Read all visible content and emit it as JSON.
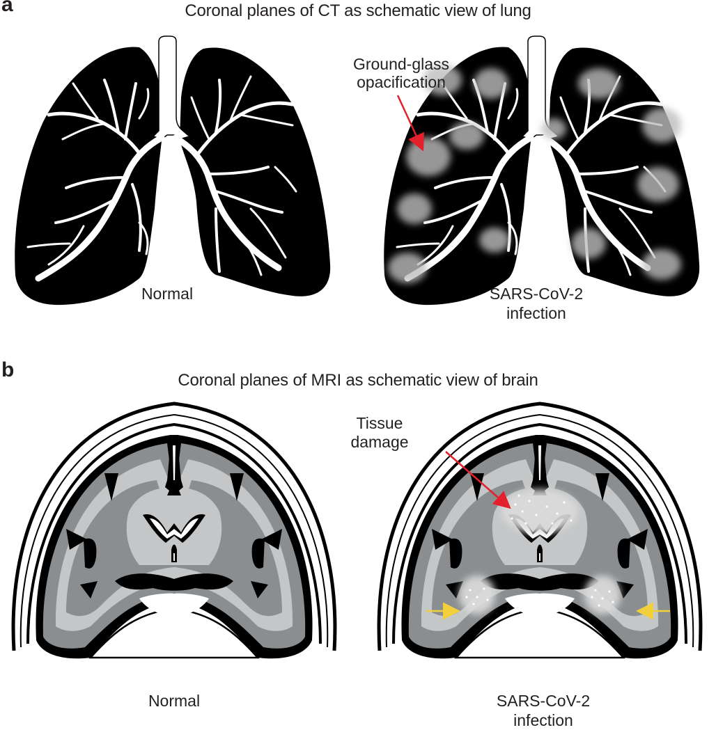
{
  "panel_a": {
    "letter": "a",
    "title": "Coronal planes of CT as schematic view of lung",
    "left_label": "Normal",
    "right_label_line1": "SARS-CoV-2",
    "right_label_line2": "infection",
    "annotation_line1": "Ground-glass",
    "annotation_line2": "opacification",
    "annotation_arrow_color": "#e3202b"
  },
  "panel_b": {
    "letter": "b",
    "title": "Coronal planes of MRI as schematic view of brain",
    "left_label": "Normal",
    "right_label_line1": "SARS-CoV-2",
    "right_label_line2": "infection",
    "annotation_line1": "Tissue",
    "annotation_line2": "damage",
    "annotation_arrow_color": "#e3202b",
    "lesion_arrow_color": "#f2d03b"
  },
  "colors": {
    "lung_fill": "#000000",
    "airway": "#ffffff",
    "brain_grey_matter": "#8b8e90",
    "brain_white_matter": "#c4c6c7",
    "brain_infected_tissue": "#6d7073",
    "csf": "#000000"
  }
}
